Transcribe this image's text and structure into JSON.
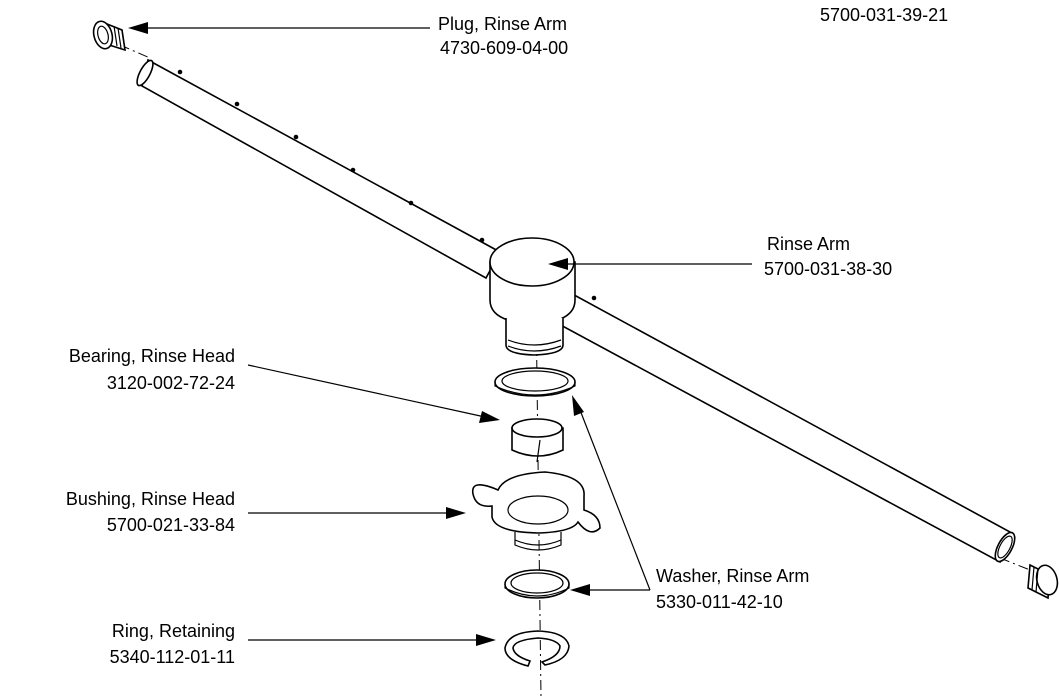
{
  "header_ref": "5700-031-39-21",
  "callouts": {
    "plug": {
      "name": "Plug, Rinse Arm",
      "part_no": "4730-609-04-00"
    },
    "rinse_arm": {
      "name": "Rinse Arm",
      "part_no": "5700-031-38-30"
    },
    "bearing": {
      "name": "Bearing, Rinse Head",
      "part_no": "3120-002-72-24"
    },
    "bushing": {
      "name": "Bushing, Rinse Head",
      "part_no": "5700-021-33-84"
    },
    "washer": {
      "name": "Washer, Rinse Arm",
      "part_no": "5330-011-42-10"
    },
    "ring": {
      "name": "Ring, Retaining",
      "part_no": "5340-112-01-11"
    }
  },
  "icons": [
    "plug-drawing",
    "rinse-arm-drawing",
    "washer-drawing",
    "bearing-drawing",
    "bushing-drawing",
    "retaining-ring-drawing"
  ]
}
